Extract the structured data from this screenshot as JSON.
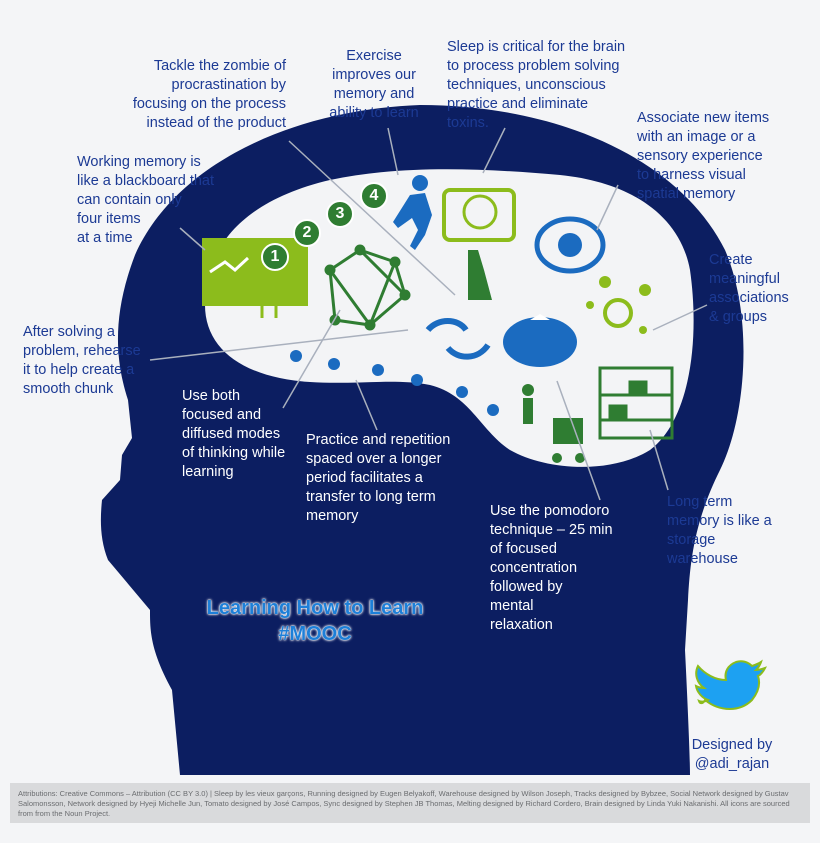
{
  "infographic": {
    "title_line1": "Learning How to Learn",
    "title_line2": "#MOOC",
    "notes": {
      "procrastination": "Tackle the zombie of\nprocrastination by\nfocusing on the process\ninstead of the product",
      "exercise": "Exercise\nimproves our\nmemory and\nability to learn",
      "sleep": "Sleep is critical for the brain\nto process problem solving\ntechniques, unconscious\npractice and eliminate\ntoxins.",
      "associate": "Associate new items\nwith an image or a\nsensory experience\nto harness visual\nspatial memory",
      "working_memory": "Working memory is\nlike a blackboard that\ncan contain only\nfour items\nat a time",
      "meaningful": "Create\nmeaningful\nassociations\n& groups",
      "rehearse": "After solving a\nproblem, rehearse\nit to help create a\nsmooth chunk",
      "focused_diffused": "Use both\nfocused and\ndiffused modes\nof thinking while\nlearning",
      "spaced": "Practice and repetition\nspaced over a longer\nperiod  facilitates a\ntransfer to long term\nmemory",
      "pomodoro": "Use the pomodoro\ntechnique – 25 min\nof focused\nconcentration\nfollowed by\nmental\nrelaxation",
      "long_term": "Long term\nmemory is like a\nstorage\nwarehouse"
    },
    "numbers": [
      "1",
      "2",
      "3",
      "4"
    ],
    "credit_line1": "Designed by",
    "credit_line2": "@adi_rajan",
    "attribution": "Attributions: Creative Commons – Attribution (CC BY 3.0) | Sleep by les vieux garçons, Running designed by Eugen Belyakoff, Warehouse designed by Wilson Joseph, Tracks designed by Bybzee, Social Network designed by Gustav Salomonsson, Network designed by Hyeji Michelle Jun, Tomato designed by José Campos, Sync designed by Stephen JB Thomas, Melting designed by Richard Cordero, Brain designed by Linda Yuki Nakanishi. All icons are sourced from from the Noun Project.",
    "icons": [
      "blackboard-icon",
      "network-icon",
      "running-icon",
      "sleep-icon",
      "melting-hand-icon",
      "eye-icon",
      "sync-icon",
      "tomato-icon",
      "warehouse-icon",
      "cart-icon",
      "bubbles-icon",
      "paw-tracks-icon",
      "twitter-icon"
    ],
    "colors": {
      "head": "#0c1e61",
      "brain": "#f3f4f6",
      "text": "#1c3a94",
      "green": "#8cbc1c",
      "dark_green": "#2f7d32",
      "blue_icon": "#1b6bc0",
      "title": "#1d7fd8"
    }
  }
}
